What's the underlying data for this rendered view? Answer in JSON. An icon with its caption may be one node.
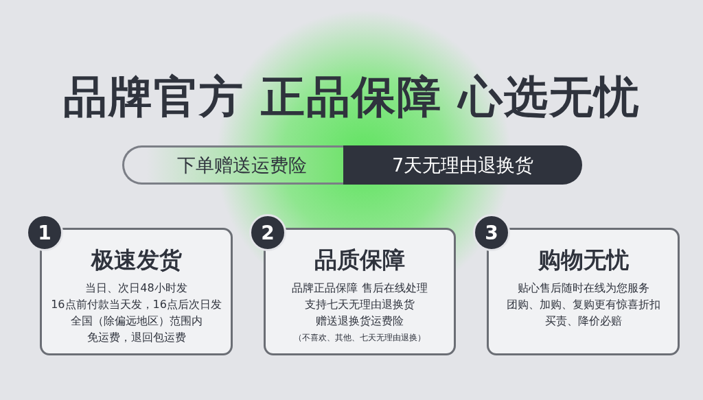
{
  "diagram": {
    "title": "品牌官方 正品保障 心选无忧",
    "nodes": [
      {
        "text": [
          "下单赠送运费险"
        ]
      },
      {
        "text": [
          "7天无理由退换货"
        ]
      },
      {
        "text": [
          "极速发货",
          "当日、次日48小时发",
          "16点前付款当天发，16点后次日发",
          "全国（除偏远地区）范围内",
          "免运费，退回包运费"
        ]
      },
      {
        "text": [
          "1"
        ]
      },
      {
        "text": [
          "品质保障",
          "品牌正品保障 售后在线处理",
          "支持七天无理由退换货",
          "赠送退换货运费险",
          "（不喜欢、其他、七天无理由退换）"
        ]
      },
      {
        "text": [
          "2"
        ]
      },
      {
        "text": [
          "购物无忧",
          "贴心售后随时在线为您服务",
          "团购、加购、复购更有惊喜折扣",
          "买责、降价必赔"
        ]
      },
      {
        "text": [
          "3"
        ]
      }
    ]
  }
}
